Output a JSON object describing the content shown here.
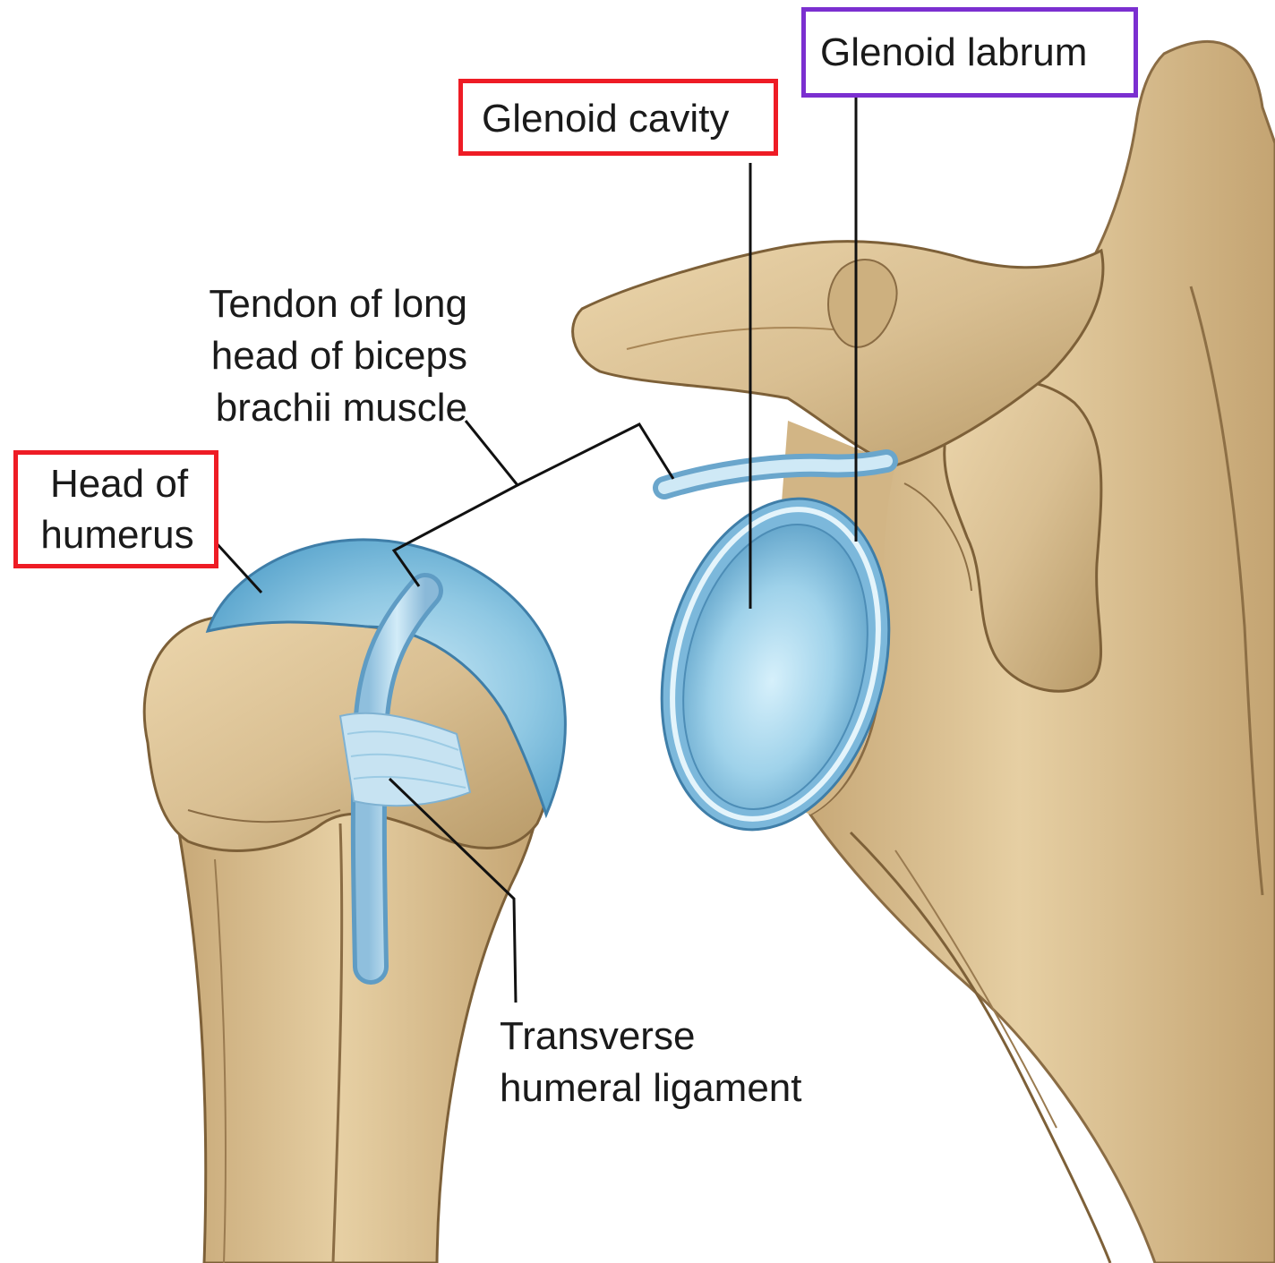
{
  "labels": {
    "glenoid_labrum": "Glenoid labrum",
    "glenoid_cavity": "Glenoid cavity",
    "tendon_line1": "Tendon of long",
    "tendon_line2": "head of biceps",
    "tendon_line3": "brachii muscle",
    "head_line1": "Head of",
    "head_line2": "humerus",
    "transverse_line1": "Transverse",
    "transverse_line2": "humeral ligament"
  },
  "highlight_colors": {
    "red": "#ee1c25",
    "purple": "#7b2fd0"
  },
  "bone_color": "#d9bf92",
  "cartilage_color": "#8fc8e3"
}
